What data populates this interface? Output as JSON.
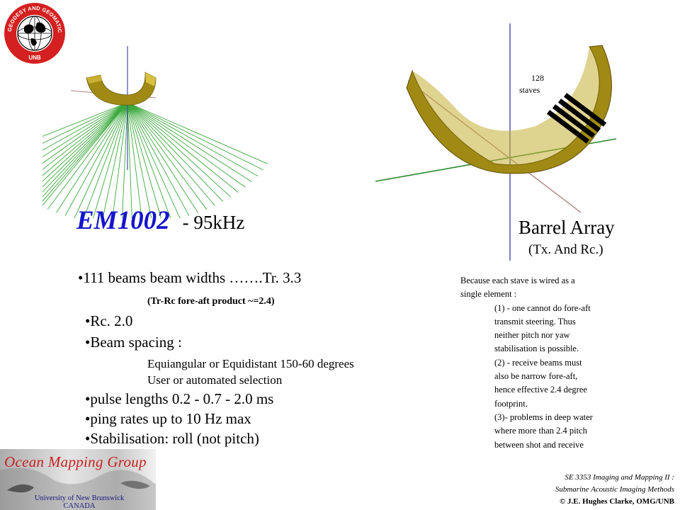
{
  "logo": {
    "ring_text": "GEODESY AND GEOMATICS ENGINEERING",
    "bottom_text": "UNB"
  },
  "main": {
    "title": "EM1002",
    "title_suffix": "- 95kHz",
    "bullet_1": "•111 beams beam widths …….Tr. 3.3",
    "bullet_1_note": "(Tr-Rc fore-aft product ~=2.4)",
    "bullet_2": "•Rc. 2.0",
    "bullet_3": "•Beam spacing :",
    "bullet_3_detail_1": "Equiangular or Equidistant 150-60 degrees",
    "bullet_3_detail_2": "User or automated selection",
    "bullet_4": "•pulse lengths 0.2 - 0.7 - 2.0 ms",
    "bullet_5": "•ping rates up to 10 Hz max",
    "bullet_6": "•Stabilisation: roll (not pitch)"
  },
  "figure_right": {
    "staves_count": "128",
    "staves_label": "staves",
    "title": "Barrel Array",
    "subtitle": "(Tx. And Rc.)"
  },
  "note": {
    "intro_1": "Because each stave is wired as a",
    "intro_2": "single element :",
    "lines": [
      "(1) - one cannot do fore-aft",
      "transmit steering. Thus",
      "neither pitch nor yaw",
      "stabilisation is possible.",
      "(2) - receive beams must",
      "also be narrow fore-aft,",
      "hence effective 2.4 degree",
      "footprint.",
      "(3)- problems in deep water",
      "where more than 2.4 pitch",
      "between shot and receive"
    ]
  },
  "footer": {
    "course": "SE 3353 Imaging and Mapping II :",
    "subtitle": "Submarine Acoustic Imaging Methods",
    "copyright": "© J.E. Hughes Clarke, OMG/UNB"
  },
  "omg_logo": {
    "title": "Ocean Mapping Group",
    "university": "University of New Brunswick",
    "country": "CANADA"
  },
  "colors": {
    "title_blue": "#1515cc",
    "gold": "#a08a14",
    "beam_green": "#3aa83a",
    "logo_red": "#d42020",
    "omg_red": "#c82020"
  }
}
